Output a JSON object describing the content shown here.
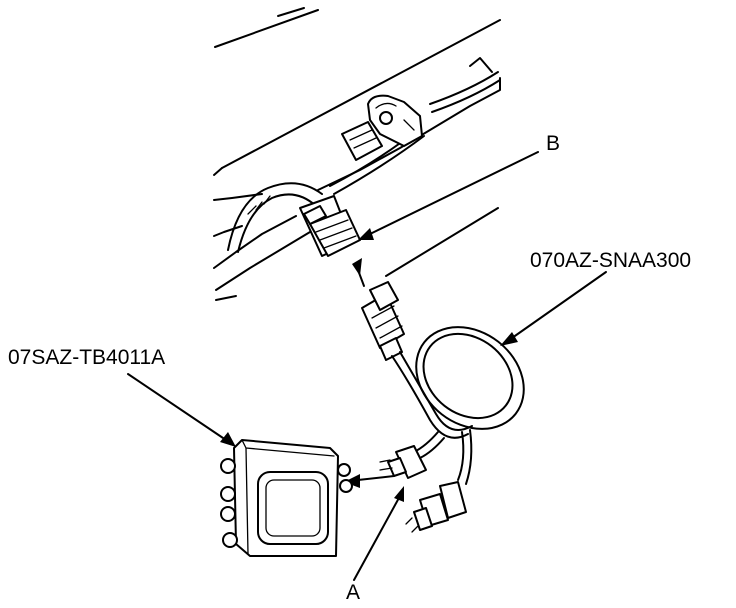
{
  "labels": {
    "connector_b": "B",
    "harness_tool": "070AZ-SNAA300",
    "test_box": "07SAZ-TB4011A",
    "connector_a": "A"
  }
}
